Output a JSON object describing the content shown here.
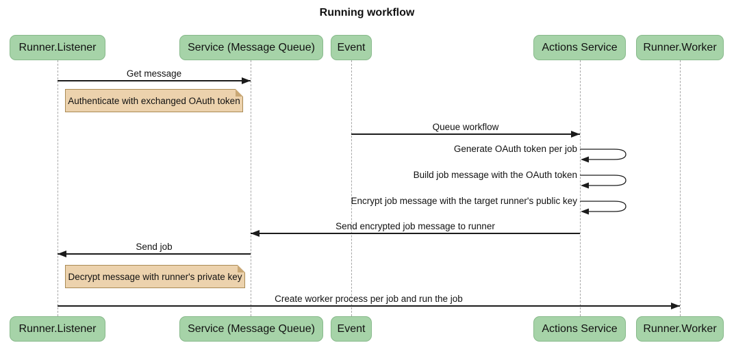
{
  "title": "Running workflow",
  "participants": [
    {
      "id": "runner-listener",
      "label": "Runner.Listener"
    },
    {
      "id": "service-mq",
      "label": "Service (Message Queue)"
    },
    {
      "id": "event",
      "label": "Event"
    },
    {
      "id": "actions-service",
      "label": "Actions Service"
    },
    {
      "id": "runner-worker",
      "label": "Runner.Worker"
    }
  ],
  "messages": [
    {
      "label": "Get message",
      "from": "Runner.Listener",
      "to": "Service (Message Queue)",
      "kind": "arrow-right"
    },
    {
      "label": "Queue workflow",
      "from": "Event",
      "to": "Actions Service",
      "kind": "arrow-right"
    },
    {
      "label": "Generate OAuth token per job",
      "from": "Actions Service",
      "to": "Actions Service",
      "kind": "self-loop"
    },
    {
      "label": "Build job message with the OAuth token",
      "from": "Actions Service",
      "to": "Actions Service",
      "kind": "self-loop"
    },
    {
      "label": "Encrypt job message with the target runner's public key",
      "from": "Actions Service",
      "to": "Actions Service",
      "kind": "self-loop"
    },
    {
      "label": "Send encrypted job message to runner",
      "from": "Actions Service",
      "to": "Service (Message Queue)",
      "kind": "arrow-left"
    },
    {
      "label": "Send job",
      "from": "Service (Message Queue)",
      "to": "Runner.Listener",
      "kind": "arrow-left"
    },
    {
      "label": "Create worker process per job and run the job",
      "from": "Runner.Listener",
      "to": "Runner.Worker",
      "kind": "arrow-right"
    }
  ],
  "notes": [
    {
      "text": "Authenticate with exchanged OAuth token",
      "position": "right of Runner.Listener"
    },
    {
      "text": "Decrypt message with runner's private key",
      "position": "right of Runner.Listener"
    }
  ],
  "colors": {
    "participant_fill": "#a6d3a8",
    "participant_border": "#87b98a",
    "note_fill": "#ecd2ad",
    "note_border": "#a98a54",
    "arrow": "#1b1b1b",
    "lifeline": "#a6a6a6",
    "background": "#ffffff",
    "text": "#111111"
  }
}
